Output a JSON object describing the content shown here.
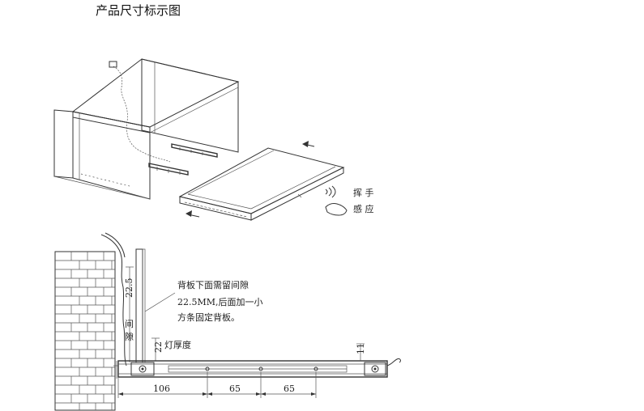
{
  "title": "产品尺寸标示图",
  "gesture": {
    "line1": "挥 手",
    "line2": "感 应"
  },
  "note": {
    "line1": "背板下面需留间隙",
    "line2": "22.5MM,后面加一小",
    "line3": "方条固定背板。"
  },
  "gap_label": {
    "char1": "间",
    "char2": "隙"
  },
  "dims": {
    "gap": "22.5",
    "light_thickness_value": "22",
    "light_thickness_label": "灯厚度",
    "height": "11",
    "d1": "106",
    "d2": "65",
    "d3": "65"
  }
}
